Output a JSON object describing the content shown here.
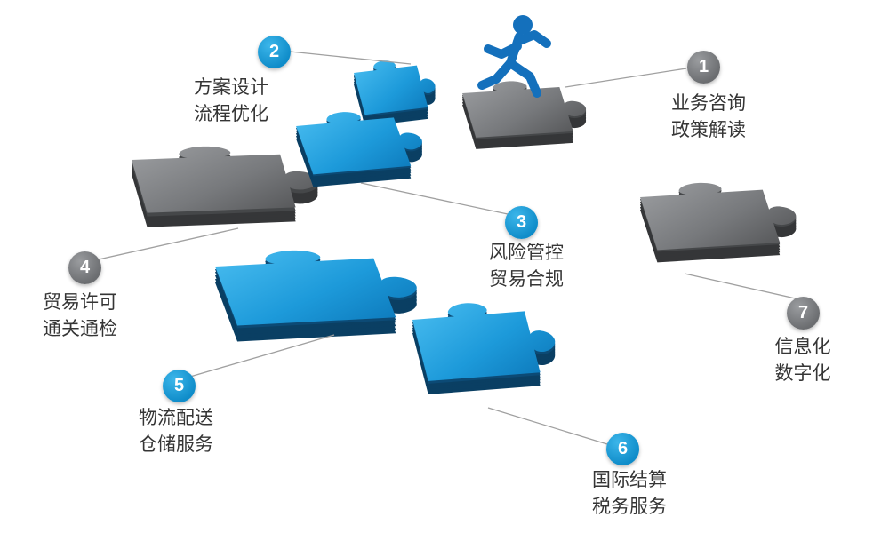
{
  "diagram": {
    "steps": [
      {
        "number": "1",
        "color": "gray",
        "lines": [
          "业务咨询",
          "政策解读"
        ]
      },
      {
        "number": "2",
        "color": "blue",
        "lines": [
          "方案设计",
          "流程优化"
        ]
      },
      {
        "number": "3",
        "color": "blue",
        "lines": [
          "风险管控",
          "贸易合规"
        ]
      },
      {
        "number": "4",
        "color": "gray",
        "lines": [
          "贸易许可",
          "通关通检"
        ]
      },
      {
        "number": "5",
        "color": "blue",
        "lines": [
          "物流配送",
          "仓储服务"
        ]
      },
      {
        "number": "6",
        "color": "blue",
        "lines": [
          "国际结算",
          "税务服务"
        ]
      },
      {
        "number": "7",
        "color": "gray",
        "lines": [
          "信息化",
          "数字化"
        ]
      }
    ],
    "icons": {
      "runner": "running-person-icon",
      "puzzle_pieces": [
        "puzzle-piece-step1",
        "puzzle-piece-step2",
        "puzzle-piece-step3",
        "puzzle-piece-step4",
        "puzzle-piece-step5",
        "puzzle-piece-step6",
        "puzzle-piece-step7"
      ]
    },
    "colors": {
      "blue": "#1a9edb",
      "blue_dark": "#0a3f63",
      "gray": "#77797c",
      "gray_dark": "#353638",
      "text": "#353535",
      "connector_line": "#a0a0a0",
      "background": "#ffffff"
    }
  }
}
